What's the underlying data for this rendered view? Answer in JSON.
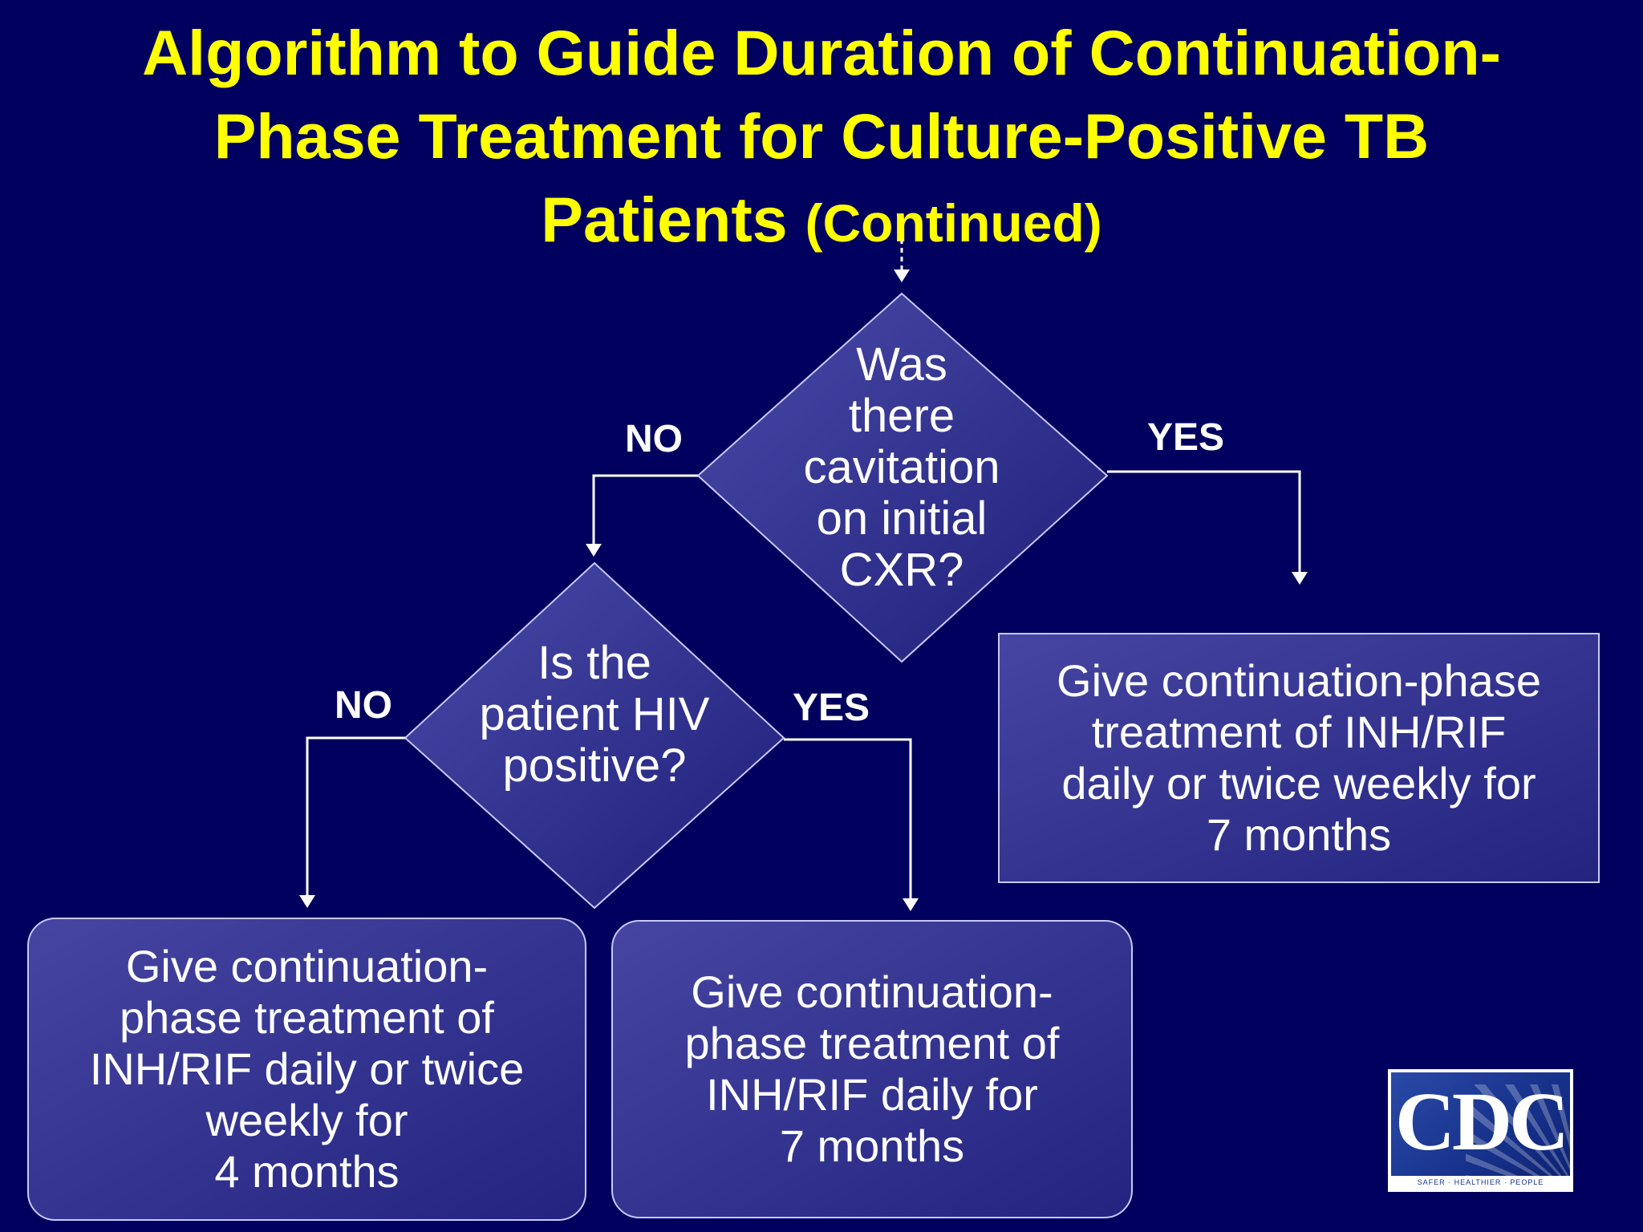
{
  "title": {
    "line1": "Algorithm to Guide Duration of Continuation-",
    "line2": "Phase Treatment for Culture-Positive TB",
    "line3_main": "Patients",
    "line3_suffix": "(Continued)"
  },
  "decision_cavitation": {
    "lines": [
      "Was",
      "there",
      "cavitation",
      "on initial",
      "CXR?"
    ],
    "no_label": "NO",
    "yes_label": "YES"
  },
  "decision_hiv": {
    "lines": [
      "Is the",
      "patient HIV",
      "positive?"
    ],
    "no_label": "NO",
    "yes_label": "YES"
  },
  "outcomes": {
    "cavitation_yes": [
      "Give continuation-phase",
      "treatment of INH/RIF",
      "daily or twice weekly for",
      "7 months"
    ],
    "hiv_no": [
      "Give continuation-",
      "phase treatment of",
      "INH/RIF daily or twice",
      "weekly for",
      "4 months"
    ],
    "hiv_yes": [
      "Give continuation-",
      "phase treatment of",
      "INH/RIF daily for",
      "7 months"
    ]
  },
  "logo": {
    "letters": "CDC",
    "tagline": "SAFER · HEALTHIER · PEOPLE"
  },
  "colors": {
    "background": "#00005e",
    "title": "#ffff00",
    "text": "#ffffff",
    "shape_border": "#c8c8ff"
  }
}
